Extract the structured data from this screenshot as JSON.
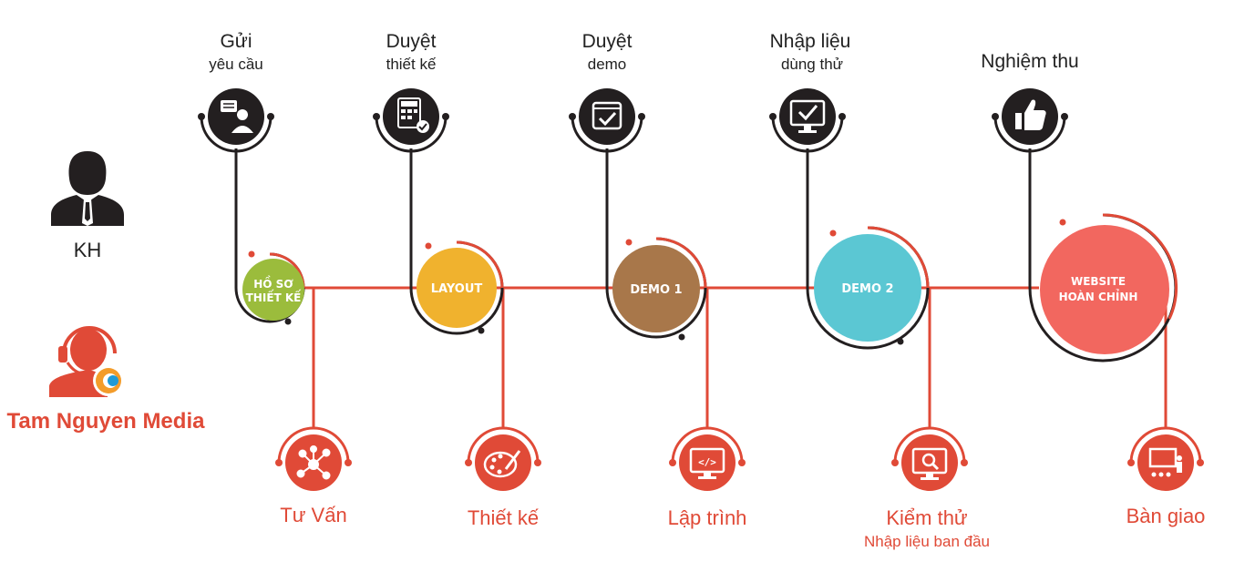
{
  "actors": {
    "customer_label": "KH",
    "company_label": "Tam Nguyen Media"
  },
  "customer_steps": [
    {
      "title": "Gửi",
      "subtitle": "yêu cầu",
      "icon": "chat-user-icon"
    },
    {
      "title": "Duyệt",
      "subtitle": "thiết kế",
      "icon": "calculator-check-icon"
    },
    {
      "title": "Duyệt",
      "subtitle": "demo",
      "icon": "checkbox-window-icon"
    },
    {
      "title": "Nhập liệu",
      "subtitle": "dùng thử",
      "icon": "monitor-check-icon"
    },
    {
      "title": "Nghiệm thu",
      "subtitle": "",
      "icon": "thumbs-up-icon"
    }
  ],
  "milestones": [
    {
      "line1": "HỒ SƠ",
      "line2": "THIẾT KẾ",
      "color": "#9bbc3c"
    },
    {
      "line1": "LAYOUT",
      "line2": "",
      "color": "#f0b22e"
    },
    {
      "line1": "DEMO 1",
      "line2": "",
      "color": "#a8774a"
    },
    {
      "line1": "DEMO 2",
      "line2": "",
      "color": "#5bc7d3"
    },
    {
      "line1": "WEBSITE",
      "line2": "HOÀN CHỈNH",
      "color": "#f2675f"
    }
  ],
  "company_steps": [
    {
      "title": "Tư Vấn",
      "subtitle": "",
      "icon": "network-nodes-icon"
    },
    {
      "title": "Thiết kế",
      "subtitle": "",
      "icon": "palette-brush-icon"
    },
    {
      "title": "Lập trình",
      "subtitle": "",
      "icon": "code-monitor-icon"
    },
    {
      "title": "Kiểm thử",
      "subtitle": "Nhập liệu ban đầu",
      "icon": "monitor-search-icon"
    },
    {
      "title": "Bàn giao",
      "subtitle": "",
      "icon": "presentation-board-icon"
    }
  ],
  "colors": {
    "accent": "#e04a37",
    "dark": "#231f20",
    "timeline": "#e04a37"
  }
}
